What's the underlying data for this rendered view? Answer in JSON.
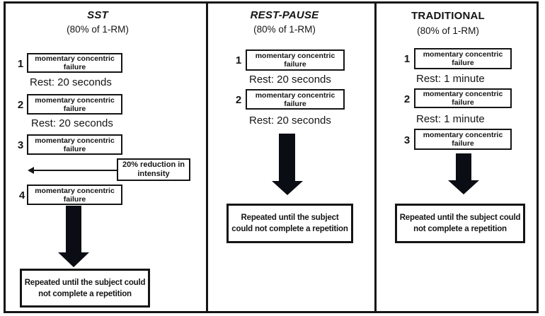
{
  "colors": {
    "ink": "#151515",
    "arrow": "#0b0d14",
    "background": "#ffffff"
  },
  "panels": [
    {
      "title": "SST",
      "subtitle": "(80% of 1-RM)",
      "steps": [
        {
          "number": "1",
          "label": "momentary concentric failure"
        },
        {
          "number": "2",
          "label": "momentary concentric failure"
        },
        {
          "number": "3",
          "label": "momentary concentric failure"
        },
        {
          "number": "4",
          "label": "momentary concentric failure"
        }
      ],
      "rest_labels": [
        "Rest: 20 seconds",
        "Rest: 20 seconds"
      ],
      "reduction_lines": [
        "20% reduction in",
        "intensity"
      ],
      "outcome_lines": [
        "Repeated until the subject could",
        "not complete a repetition"
      ]
    },
    {
      "title": "REST-PAUSE",
      "subtitle": "(80% of 1-RM)",
      "steps": [
        {
          "number": "1",
          "label": "momentary concentric failure"
        },
        {
          "number": "2",
          "label": "momentary concentric failure"
        }
      ],
      "rest_labels": [
        "Rest: 20 seconds",
        "Rest: 20 seconds"
      ],
      "outcome_lines": [
        "Repeated until the subject",
        "could not complete a repetition"
      ]
    },
    {
      "title": "TRADITIONAL",
      "subtitle": "(80% of 1-RM)",
      "steps": [
        {
          "number": "1",
          "label": "momentary concentric failure"
        },
        {
          "number": "2",
          "label": "momentary concentric failure"
        },
        {
          "number": "3",
          "label": "momentary concentric failure"
        }
      ],
      "rest_labels": [
        "Rest: 1 minute",
        "Rest: 1 minute"
      ],
      "outcome_lines": [
        "Repeated until the subject could",
        "not complete a repetition"
      ]
    }
  ]
}
